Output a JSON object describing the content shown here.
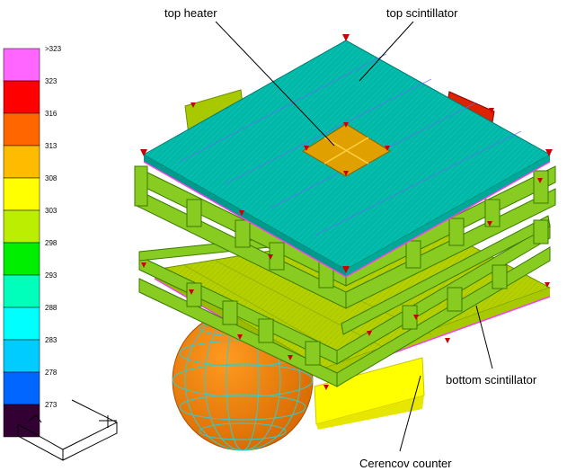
{
  "callouts": {
    "top_heater": "top heater",
    "top_scintillator": "top scintillator",
    "bottom_scintillator": "bottom scintillator",
    "cerenkov_counter": "Cerencov counter"
  },
  "legend": {
    "bins": [
      {
        "label": ">323",
        "color": "#ff66ff"
      },
      {
        "label": "323",
        "color": "#ff0000"
      },
      {
        "label": "316",
        "color": "#ff6600"
      },
      {
        "label": "313",
        "color": "#ffbb00"
      },
      {
        "label": "308",
        "color": "#ffff00"
      },
      {
        "label": "303",
        "color": "#bbee00"
      },
      {
        "label": "298",
        "color": "#00ee00"
      },
      {
        "label": "293",
        "color": "#00ffbb"
      },
      {
        "label": "288",
        "color": "#00ffff"
      },
      {
        "label": "283",
        "color": "#00ccff"
      },
      {
        "label": "278",
        "color": "#0066ff"
      },
      {
        "label": "273",
        "color": "#330033"
      }
    ]
  },
  "colors": {
    "top_scintillator": "#00b8a8",
    "top_heater": "#e0a000",
    "bottom_plate": "#b4d000",
    "sphere": "#ee8000",
    "sphere_grid": "#33cccc",
    "support_frame": "#88cc22",
    "heater_marker": "#cc0000",
    "edge_magenta": "#ee44ee"
  }
}
